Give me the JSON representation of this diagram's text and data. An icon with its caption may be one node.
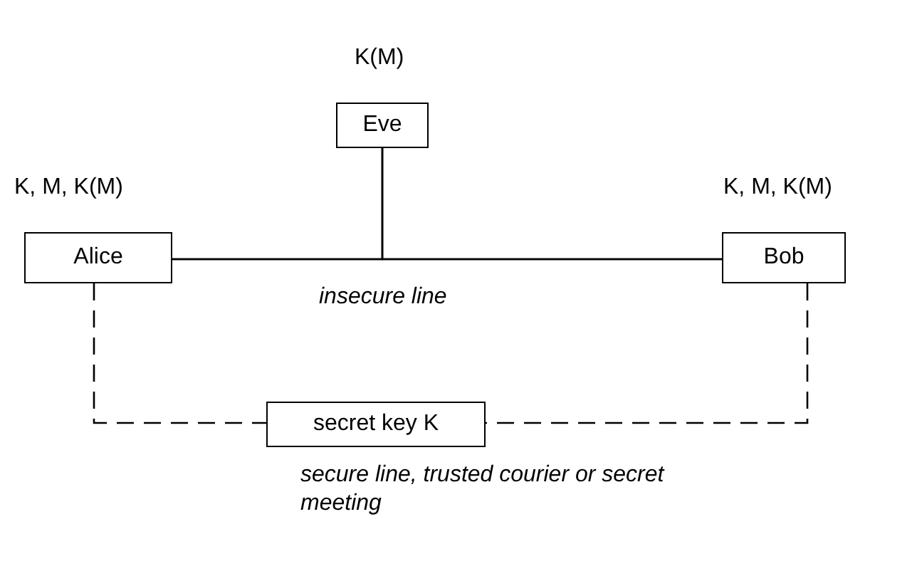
{
  "diagram": {
    "nodes": [
      {
        "text": [
          "Eve"
        ],
        "beside": [
          "K(M)"
        ]
      },
      {
        "text": [
          "Alice"
        ],
        "beside": [
          "K, M, K(M)"
        ]
      },
      {
        "text": [
          "Bob"
        ],
        "beside": [
          "K, M, K(M)"
        ]
      },
      {
        "text": [
          "secret key K"
        ]
      }
    ],
    "edges": [
      {
        "from": 1,
        "to": 2,
        "arrow": "none",
        "label": "insecure line"
      },
      {
        "from": 0,
        "to": 1,
        "arrow": "none"
      },
      {
        "from": 0,
        "to": 2,
        "arrow": "none"
      },
      {
        "from": 1,
        "to": 3,
        "arrow": "none",
        "style": "dashed"
      },
      {
        "from": 2,
        "to": 3,
        "arrow": "none",
        "style": "dashed"
      }
    ],
    "labels": [
      "secure line, trusted courier or secret meeting"
    ]
  }
}
